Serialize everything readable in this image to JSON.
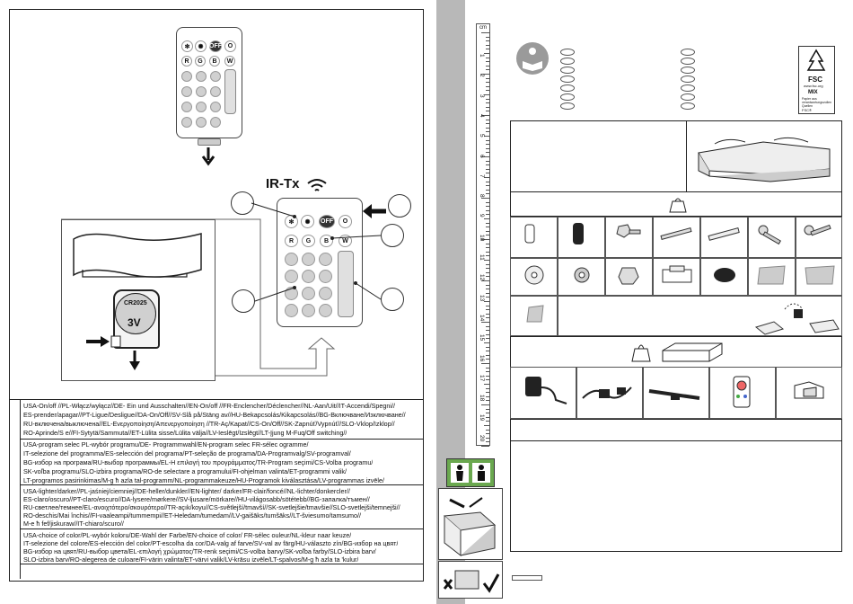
{
  "left_page": {
    "remote_labels": {
      "off": "OFF",
      "on": "O",
      "r": "R",
      "g": "G",
      "b": "B",
      "w": "W"
    },
    "irtx_label": "IR-Tx",
    "battery_model": "CR2025",
    "battery_voltage": "3V"
  },
  "languages": {
    "onoff": [
      "USA-On/off //PL-Włącz/wyłącz//DE- Ein und Ausschalten//EN-On/off //FR-Enclencher/Déclencher//NL-Aan/Uit//IT-Accendi/Spegni//",
      "ES-prender/apagar//PT-Ligue/Desligue//DA-On/Off//SV-Slå på/Stäng av//HU-Bekapcsolás/Kikapcsolás//BG-Включване/Изключване//",
      "RU-включена/выключена//EL-Ενεργοποίηση/Απενεργοποίηση //TR-Aç/Kapat//CS-On/Off//SK-Zapnúť/Vypnúť//SLO-Vklop/Izklop//",
      "RO-Aprinde/S         e//FI-Sytytä/Sammuta//ET-Lülita sisse/Lülita välja//LV-Ieslēgt/Izslēgt//LT-Įjung                    M-Fuq/Off switching//"
    ],
    "program": [
      "USA-program selec        PL-wybór programu/DE- Programmwahl/EN-program selec        FR-sélec                    ogramme/",
      "IT-selezione del programma/ES-selección del programa/PT-seleção de programa/DA-Programvalg/SV-programval/",
      "BG-избор на програма/RU-выбор программы/EL-Η επιλογή του προγράμματος/TR-Program seçimi/CS-Volba programu/",
      "SK-voľba programu/SLO-izbira programa/RO-de selectare a programului/FI-ohjelman valinta/ET-programmi valik/",
      "LT-programos pasirinkimas/M-g ħ azla tal-programm/NL-programmakeuze/HU-Programok kiválasztása/LV-programmas izvēle/"
    ],
    "lighter": [
      "USA-lighter/darker//PL-jaśniej/ciemniej//DE-heller/dunkler//EN-lighter/ darker/FR-clair/foncé//NL-lichter/donkercler//",
      "ES-claro/oscuro//PT-claro/escuro//DA-lysere/mørkere//SV-ljusare/mörkare//HU-világosabb/sötétebb//BG-запалка/тъмен//",
      "RU-светлее/темнее/EL-ανοιχτότερο/σκουρότερο//TR-açık/koyu//CS-světlejší/tmavší//SK-svetlejšie/tmavšie//SLO-svetlejši/temnejši//",
      "RO-deschis/Mai închis//FI-vaaleampi/tummempi//ET-Heledam/tumedam//LV-gaišāks/tumšāks//LT-šviesumo/tamsumo//",
      "M-e ħ fef/jiskuraw//IT-chiaro/scuro//"
    ],
    "color": [
      "USA-choice of color/PL-wybór koloru/DE-Wahl der Farbe/EN-choice of color/ FR-sélec                  ouleur/NL-kleur naar keuze/",
      "IT-selezione del colore/ES-elección del color/PT-escolha da cor/DA-valg af farve/SV-val av färg/HU-választo        zín/BG-избор на цвят/",
      "BG-избор на цвят/RU-выбор цвета/EL-επιλογή χρώματος/TR-renk seçimi/CS-volba barvy/SK-voľba farby/SLO-izbira barv/",
      "SLO-izbira barv/RO-alegerea de culoare/FI-värin valinta/ET-värvi valik/LV-krāsu izvēle/LT-spalvos/M-g ħ azla ta 'kulur/"
    ]
  },
  "ruler": {
    "unit": "cm",
    "ticks": [
      "1",
      "2",
      "3",
      "4",
      "5",
      "6",
      "7",
      "8",
      "9",
      "10",
      "11",
      "12",
      "13",
      "14",
      "15",
      "16",
      "17",
      "18",
      "19",
      "20"
    ]
  },
  "right_page": {
    "fsc": {
      "label": "FSC",
      "site": "www.fsc.org",
      "mix": "MIX",
      "note": "Papier aus verantwortungsvollen Quellen",
      "code": "FSC®"
    }
  }
}
